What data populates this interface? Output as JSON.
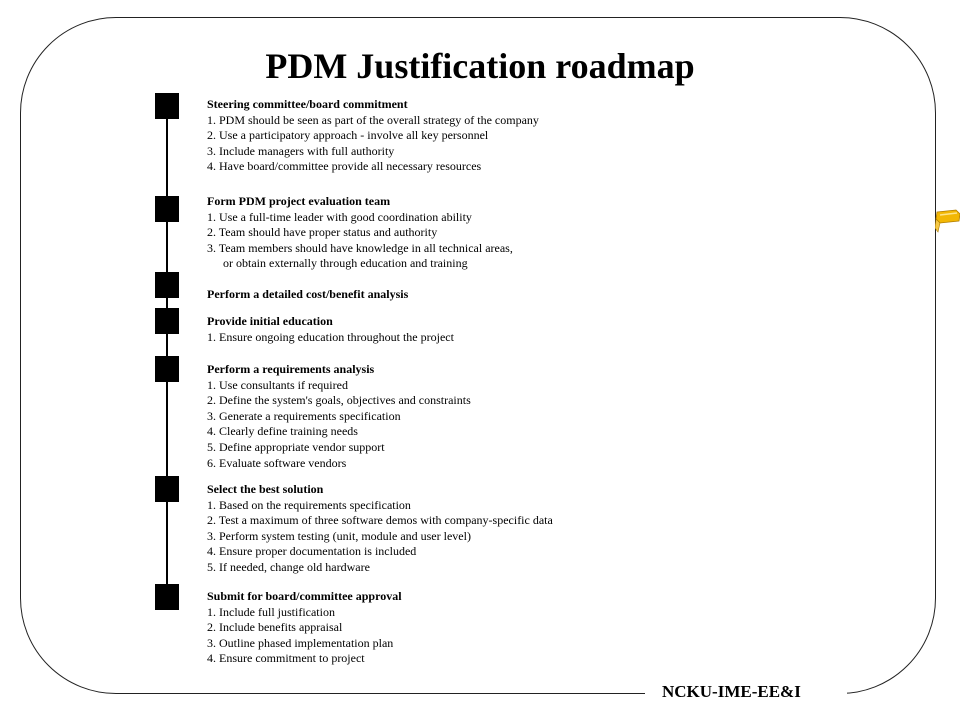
{
  "slide": {
    "title": "PDM Justification roadmap",
    "footer": "NCKU-IME-EE&I"
  },
  "icons": {
    "decoration": "pencil-icon",
    "step_marker": "square-bullet-icon"
  },
  "sections": [
    {
      "heading": "Steering committee/board commitment",
      "items": [
        "1. PDM should be seen as part of the overall strategy of the company",
        "2. Use a participatory approach - involve all key personnel",
        "3. Include managers with full authority",
        "4. Have board/committee provide all necessary resources"
      ]
    },
    {
      "heading": "Form PDM project evaluation team",
      "items": [
        "1. Use a full-time leader with good coordination ability",
        "2. Team should have proper status and authority",
        "3. Team members should have knowledge in all technical areas,",
        "or obtain externally through education and training"
      ]
    },
    {
      "heading": "Perform a detailed cost/benefit analysis",
      "items": []
    },
    {
      "heading": "Provide initial education",
      "items": [
        "1. Ensure ongoing education throughout the project"
      ]
    },
    {
      "heading": "Perform a requirements analysis",
      "items": [
        "1. Use consultants if required",
        "2. Define the system's goals, objectives and constraints",
        "3. Generate a requirements specification",
        "4. Clearly define training needs",
        "5. Define appropriate vendor support",
        "6. Evaluate software vendors"
      ]
    },
    {
      "heading": "Select the best solution",
      "items": [
        "1. Based on the requirements specification",
        "2. Test a maximum of three software demos with company-specific data",
        "3. Perform system testing (unit, module and user level)",
        "4. Ensure proper documentation is included",
        "5. If needed, change old hardware"
      ]
    },
    {
      "heading": "Submit for board/committee approval",
      "items": [
        "1. Include full justification",
        "2. Include benefits appraisal",
        "3. Outline phased implementation plan",
        "4. Ensure commitment to project"
      ]
    }
  ]
}
